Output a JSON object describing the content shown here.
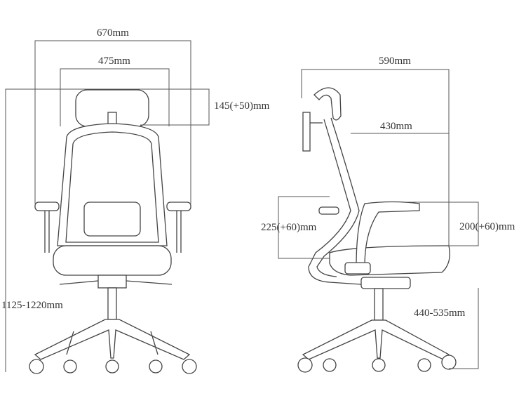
{
  "front_view": {
    "overall_width": "670mm",
    "back_width": "475mm",
    "headrest_adjust": "145(+50)mm",
    "total_height": "1125-1220mm"
  },
  "side_view": {
    "overall_depth": "590mm",
    "seat_depth": "430mm",
    "lumbar_adjust": "225(+60)mm",
    "armrest_adjust": "200(+60)mm",
    "seat_height": "440-535mm"
  }
}
